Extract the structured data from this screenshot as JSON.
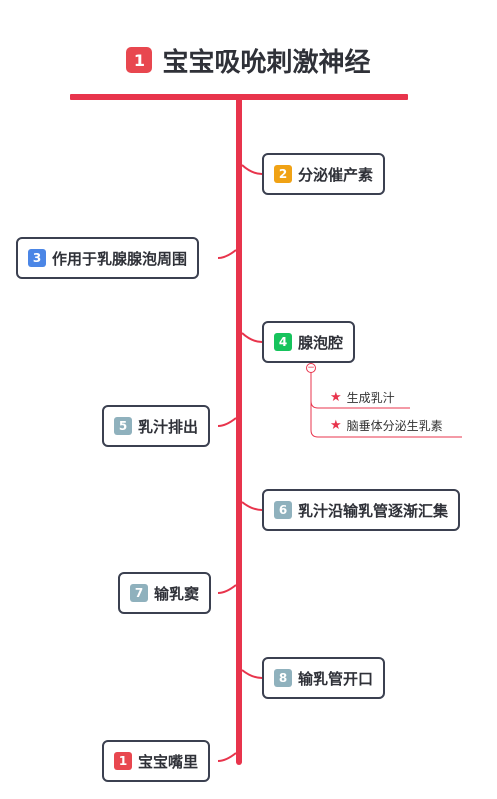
{
  "title": {
    "badge": "1",
    "text": "宝宝吸吮刺激神经",
    "badge_color": "#e8474f"
  },
  "nodes": [
    {
      "badge": "2",
      "text": "分泌催产素",
      "badge_color": "#f0a215"
    },
    {
      "badge": "3",
      "text": "作用于乳腺腺泡周围",
      "badge_color": "#4b86e6"
    },
    {
      "badge": "4",
      "text": "腺泡腔",
      "badge_color": "#16c35c"
    },
    {
      "badge": "5",
      "text": "乳汁排出",
      "badge_color": "#8fb1bd"
    },
    {
      "badge": "6",
      "text": "乳汁沿输乳管逐渐汇集",
      "badge_color": "#8fb1bd"
    },
    {
      "badge": "7",
      "text": "输乳窦",
      "badge_color": "#8fb1bd"
    },
    {
      "badge": "8",
      "text": "输乳管开口",
      "badge_color": "#8fb1bd"
    },
    {
      "badge": "1",
      "text": "宝宝嘴里",
      "badge_color": "#e8474f"
    }
  ],
  "subnodes": [
    {
      "icon": "star-icon",
      "text": "生成乳汁"
    },
    {
      "icon": "star-icon",
      "text": "脑垂体分泌生乳素"
    }
  ],
  "colors": {
    "accent": "#e8344c",
    "border": "#3b4050",
    "text": "#2f3138"
  }
}
